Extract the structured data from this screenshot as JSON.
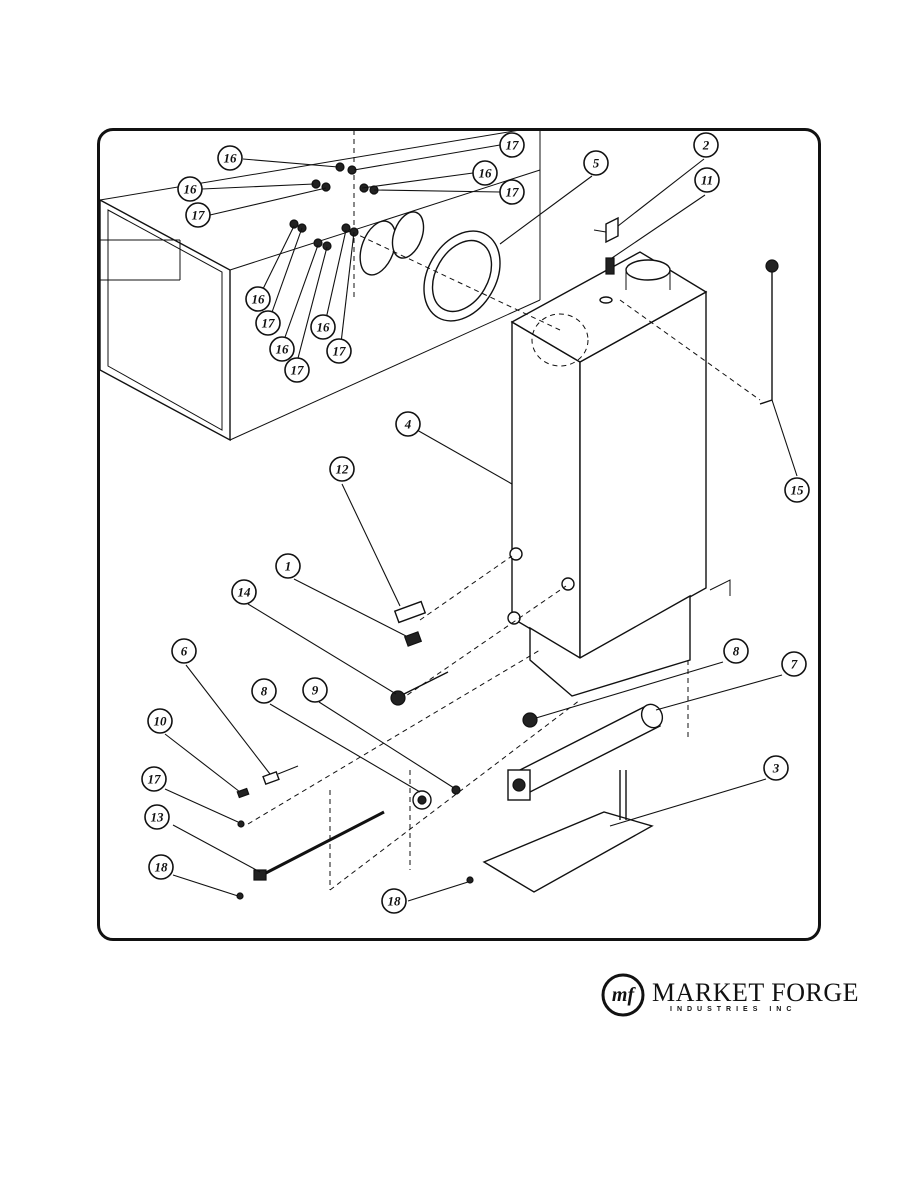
{
  "callouts": [
    {
      "id": "c16a",
      "label": "16"
    },
    {
      "id": "c17a",
      "label": "17"
    },
    {
      "id": "c16b",
      "label": "16"
    },
    {
      "id": "c16c",
      "label": "16"
    },
    {
      "id": "c17b",
      "label": "17"
    },
    {
      "id": "c17c",
      "label": "17"
    },
    {
      "id": "c16d",
      "label": "16"
    },
    {
      "id": "c17d",
      "label": "17"
    },
    {
      "id": "c16e",
      "label": "16"
    },
    {
      "id": "c17e",
      "label": "17"
    },
    {
      "id": "c16f",
      "label": "16"
    },
    {
      "id": "c17f",
      "label": "17"
    },
    {
      "id": "c5",
      "label": "5"
    },
    {
      "id": "c2",
      "label": "2"
    },
    {
      "id": "c11",
      "label": "11"
    },
    {
      "id": "c4",
      "label": "4"
    },
    {
      "id": "c15",
      "label": "15"
    },
    {
      "id": "c12",
      "label": "12"
    },
    {
      "id": "c1",
      "label": "1"
    },
    {
      "id": "c14",
      "label": "14"
    },
    {
      "id": "c6",
      "label": "6"
    },
    {
      "id": "c8a",
      "label": "8"
    },
    {
      "id": "c9",
      "label": "9"
    },
    {
      "id": "c10",
      "label": "10"
    },
    {
      "id": "c8b",
      "label": "8"
    },
    {
      "id": "c7",
      "label": "7"
    },
    {
      "id": "c3",
      "label": "3"
    },
    {
      "id": "c17g",
      "label": "17"
    },
    {
      "id": "c13",
      "label": "13"
    },
    {
      "id": "c18a",
      "label": "18"
    },
    {
      "id": "c18b",
      "label": "18"
    }
  ],
  "brand": {
    "mark": "mf",
    "name": "MARKET FORGE",
    "subtitle": "INDUSTRIES INC"
  }
}
